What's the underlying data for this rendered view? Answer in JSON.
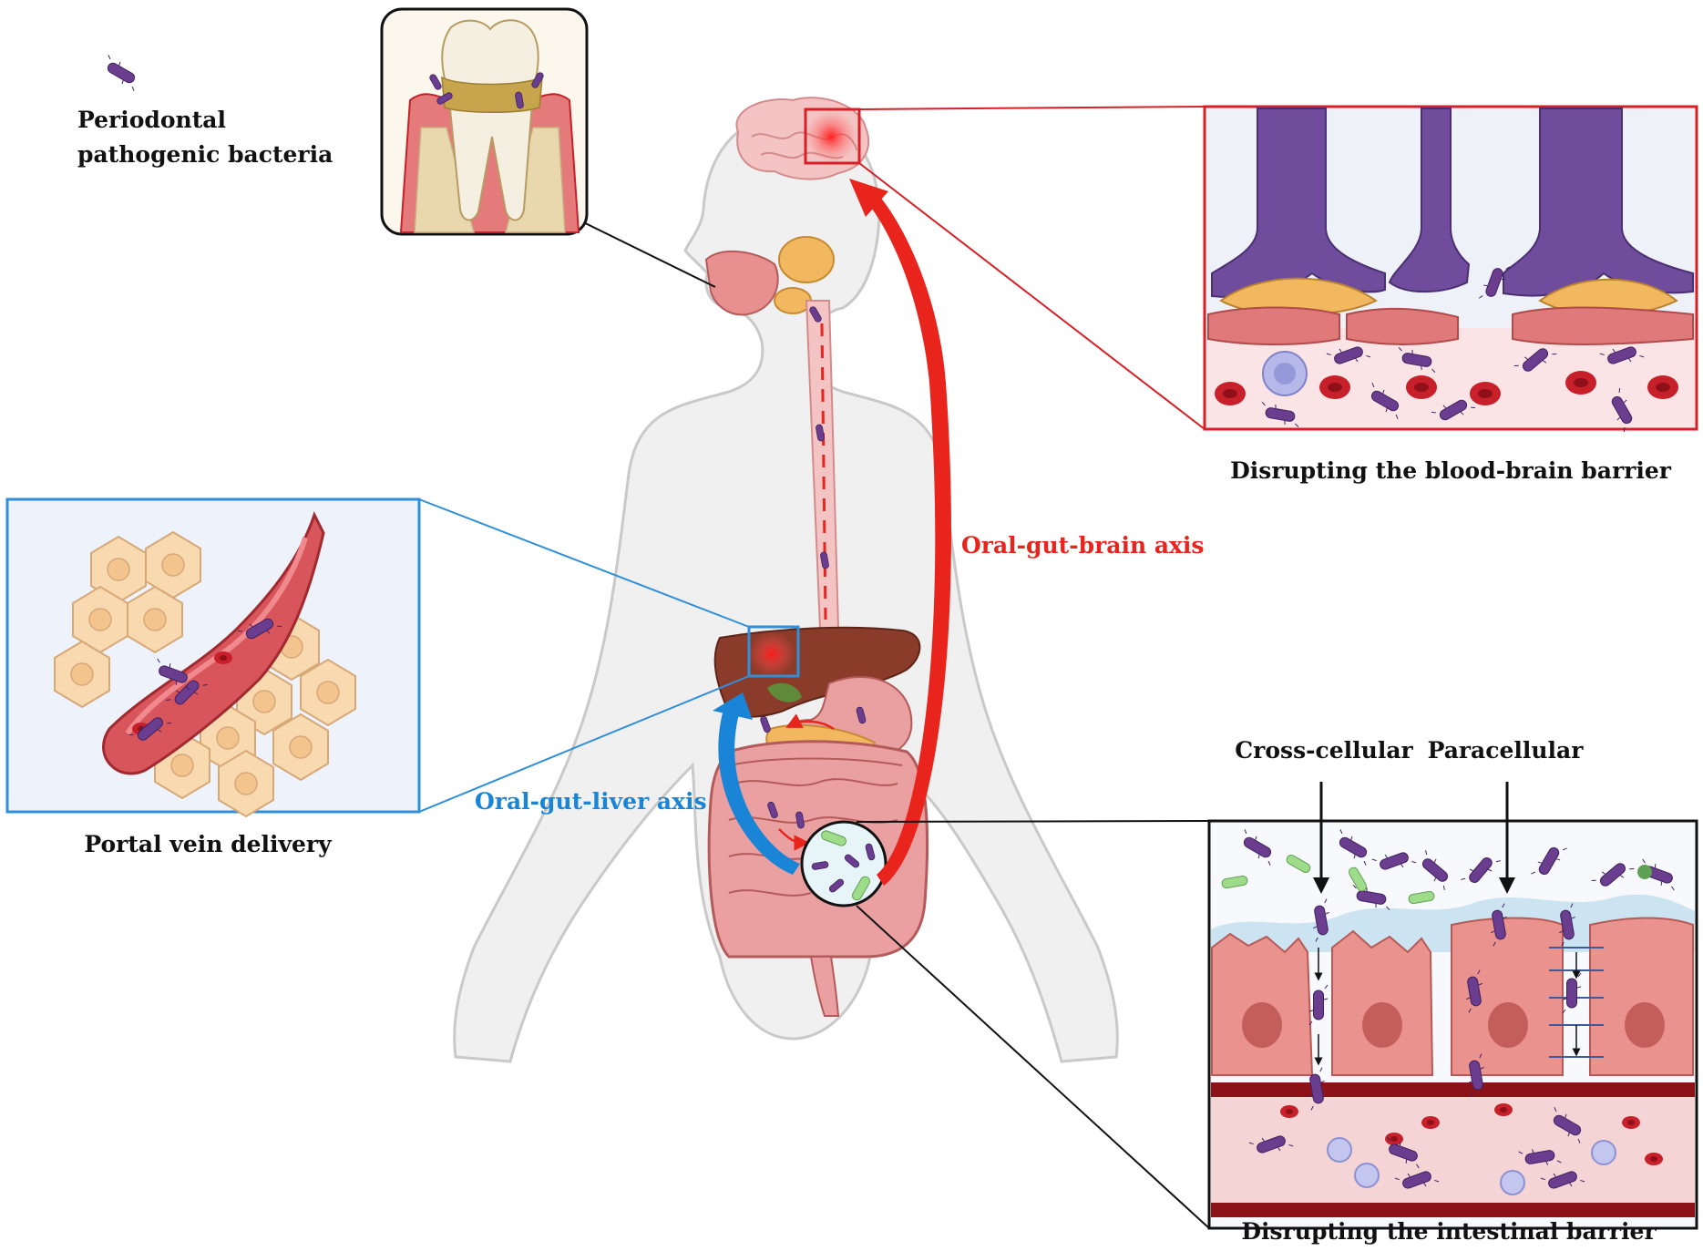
{
  "legend": {
    "bacteria_label_line1": "Periodontal",
    "bacteria_label_line2": "pathogenic bacteria"
  },
  "axes": {
    "brain_axis_label": "Oral-gut-brain axis",
    "liver_axis_label": "Oral-gut-liver axis"
  },
  "panels": {
    "bbb_caption": "Disrupting the blood-brain barrier",
    "portal_caption": "Portal vein delivery",
    "intestine_caption": "Disrupting the intestinal barrier",
    "cross_cellular_label": "Cross-cellular",
    "paracellular_label": "Paracellular"
  },
  "colors": {
    "brain_axis": "#e8241c",
    "liver_axis": "#1a85d6",
    "bacteria": "#6b3d8f",
    "bbb_frame": "#d81f26",
    "portal_frame": "#2f8fd8",
    "intestine_frame": "#1a1a1a",
    "body_fill": "#f0f0f0",
    "rbc": "#c8202a"
  },
  "icons": [
    "rod-bacterium-icon",
    "tooth-icon",
    "brain-icon",
    "liver-icon",
    "intestine-icon",
    "stomach-icon"
  ]
}
